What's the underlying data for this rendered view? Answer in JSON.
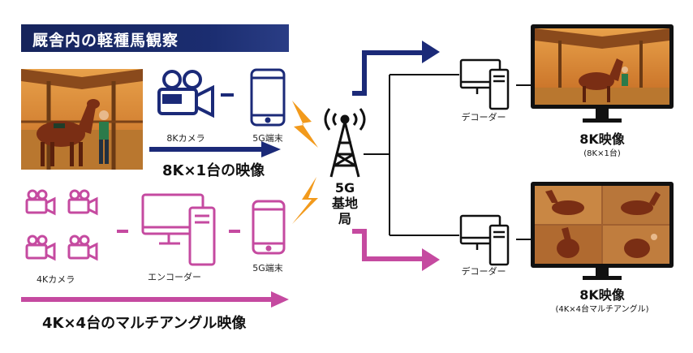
{
  "title": "厩舎内の軽種馬観察",
  "top_row": {
    "camera_label": "8Kカメラ",
    "terminal_label": "5G端末",
    "stream_caption": "8K×1台の映像"
  },
  "bottom_row": {
    "camera_label": "4Kカメラ",
    "encoder_label": "エンコーダー",
    "terminal_label": "5G端末",
    "stream_caption": "4K×4台のマルチアングル映像"
  },
  "base_station": {
    "line1": "5G",
    "line2": "基地局"
  },
  "outputs": [
    {
      "decoder_label": "デコーダー",
      "title": "8K映像",
      "subtitle": "(8K×1台)"
    },
    {
      "decoder_label": "デコーダー",
      "title": "8K映像",
      "subtitle": "(4K×4台マルチアングル)"
    }
  ],
  "colors": {
    "navy": "#1b2a78",
    "magenta": "#c54aa0",
    "lightning": "#f29a1c",
    "title_bar": "#16245c"
  }
}
